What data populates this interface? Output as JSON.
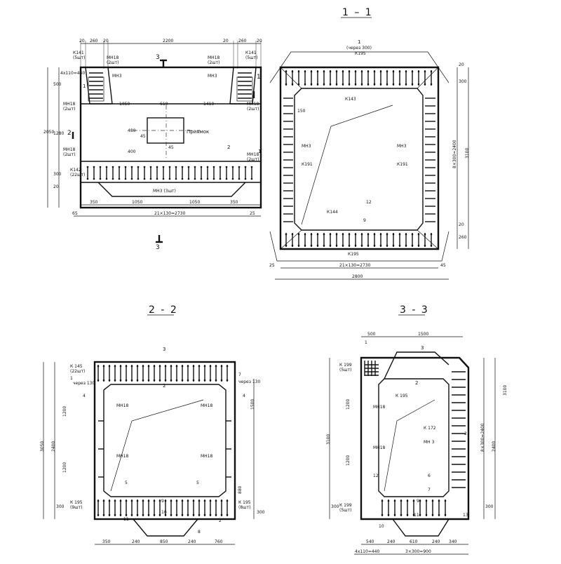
{
  "sections": {
    "s11": {
      "title": "1 – 1"
    },
    "s22": {
      "title": "2 - 2"
    },
    "s33": {
      "title": "3 - 3"
    }
  },
  "plan": {
    "top_dims": [
      "20",
      "260",
      "20",
      "2200",
      "20",
      "260",
      "20"
    ],
    "labels": {
      "k141_l": "К141",
      "k141_l_q": "(5шт)",
      "mn18_l": "МН18",
      "mn18_l_q": "(2шт)",
      "mn3_l": "МН3",
      "mn18_r": "МН18",
      "mn18_r_q": "(2шт)",
      "k141_r": "К141",
      "k141_r_q": "(5шт)",
      "mn3_r": "МН3",
      "mn18_side_l": "МН18",
      "mn18_side_l_q": "(2шт)",
      "mn18_side_r": "МН18",
      "mn18_side_r_q": "(2шт)",
      "mn18_bot_l": "МН18",
      "mn18_bot_l_q": "(2шт)",
      "mn18_bot_r": "МН18",
      "mn18_bot_r_q": "(2шт)",
      "k142": "К142",
      "k142_q": "(22шт)",
      "mn3_bottom": "МН3 (3шт)",
      "pit": "Приямок",
      "n2": "2",
      "n1a": "1",
      "n1b": "1"
    },
    "inner_dims": {
      "d1050": "1050",
      "d610": "610",
      "d1410": "1410",
      "d480": "480",
      "d45a": "45",
      "d45b": "45",
      "d400": "400"
    },
    "left_dims": [
      "500",
      "2050",
      "1280",
      "300",
      "20",
      "4x110=440"
    ],
    "bottom_dims": [
      "350",
      "1050",
      "1050",
      "350"
    ],
    "bottom_total": "21×130=2730",
    "edge_l": "65",
    "edge_r": "25",
    "cut_3_top": "3",
    "cut_3_bot": "3",
    "cut_1": "1",
    "cut_2": "2"
  },
  "s11": {
    "label_1": "1",
    "label_1q": "(через 300)",
    "k195_top": "К195",
    "k143": "К143",
    "n150": "150",
    "mn3_l": "МН3",
    "mn3_r": "МН3",
    "k191_l": "К191",
    "k191_r": "К191",
    "k144": "К144",
    "n12": "12",
    "n9": "9",
    "k195_bot": "К195",
    "bottom_dim": "21×130=2730",
    "total": "2800",
    "edge_l": "25",
    "edge_r": "45",
    "right_dims": [
      "20",
      "300",
      "8×300=2400",
      "3100",
      "20",
      "260"
    ]
  },
  "s22": {
    "k145": "К 145",
    "k145_q": "(22шт)",
    "n1": "1",
    "thru": "через 130",
    "n3": "3",
    "n2a": "2",
    "n7": "7",
    "thru2": "через 130",
    "n4a": "4",
    "n4b": "4",
    "mn18_l1": "МН18",
    "mn18_r1": "МН18",
    "mn18_l2": "МН18",
    "mn18_r2": "МН18",
    "k195": "К 195",
    "k195_q": "(9шт)",
    "k195r": "К 195",
    "k195r_q": "(8шт)",
    "n5a": "5",
    "n5b": "5",
    "n9": "9",
    "n10": "10",
    "n11": "11",
    "n8": "8",
    "n2b": "2",
    "bottom_dims": [
      "350",
      "240",
      "850",
      "240",
      "760"
    ],
    "left_dims": [
      "3050",
      "2400",
      "1200",
      "1200",
      "300"
    ],
    "right_dims": [
      "1500",
      "880",
      "300"
    ]
  },
  "s33": {
    "top_dims": [
      "500",
      "1500"
    ],
    "n1": "1",
    "n3": "3",
    "k199": "К 199",
    "k199_q": "(5шт)",
    "k195": "К 195",
    "n2": "2",
    "mn18_a": "МН18",
    "mn18_b": "МН18",
    "k172": "К 172",
    "mn3": "МН 3",
    "n2r": "2",
    "n12": "12",
    "n6": "6",
    "n7": "7",
    "k199b": "К 199",
    "k199b_q": "(5шт)",
    "n10": "10",
    "n11": "11",
    "n13": "13",
    "n9": "9",
    "bottom_dims": [
      "540",
      "240",
      "610",
      "240",
      "340"
    ],
    "bottom_total": "3×300=900",
    "bottom_l": "4x110=440",
    "left_dims": [
      "3100",
      "1200",
      "1200",
      "300"
    ],
    "right_dims": [
      "8×300=2400",
      "2400",
      "3100",
      "300"
    ]
  }
}
